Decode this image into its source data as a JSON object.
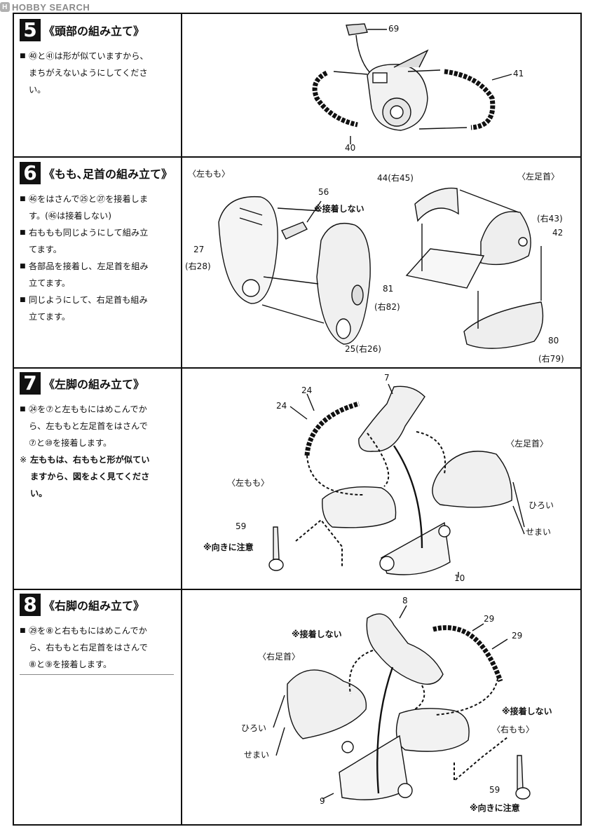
{
  "site": {
    "logo": "HOBBY SEARCH"
  },
  "steps": [
    {
      "number": "5",
      "title": "《頭部の組み立て》",
      "bullets": [
        "㊵と㊶は形が似ていますから、\nまちがえないようにしてくださ\nい。"
      ],
      "note": "",
      "labels": [
        "69",
        "41",
        "40"
      ]
    },
    {
      "number": "6",
      "title": "《もも､足首の組み立て》",
      "bullets": [
        "㊻をはさんで㉕と㉗を接着しま\nす。(㊻は接着しない)",
        "右ももも同じようにして組み立\nてます。",
        "各部品を接着し、左足首を組み\n立てます。",
        "同じようにして、右足首も組み\n立てます。"
      ],
      "note": "",
      "labels": {
        "left_thigh": "〈左もも〉",
        "left_ankle": "〈左足首〉",
        "p56": "56",
        "no_glue": "※接着しない",
        "p27": "27",
        "p28": "(右28)",
        "p25_26": "25(右26)",
        "p44_45": "44(右45)",
        "p43": "(右43)",
        "p42": "42",
        "p81": "81",
        "p82": "(右82)",
        "p80": "80",
        "p79": "(右79)"
      }
    },
    {
      "number": "7",
      "title": "《左脚の組み立て》",
      "bullets": [
        "㉔を⑦と左ももにはめこんでか\nら、左ももと左足首をはさんで\n⑦と⑩を接着します。"
      ],
      "note": "左ももは、右ももと形が似てい\nますから、図をよく見てくださ\nい。",
      "labels": {
        "p7": "7",
        "p24a": "24",
        "p24b": "24",
        "left_ankle": "〈左足首〉",
        "left_thigh": "〈左もも〉",
        "wide": "ひろい",
        "narrow": "せまい",
        "p59": "59",
        "orientation": "※向きに注意",
        "p10": "10"
      }
    },
    {
      "number": "8",
      "title": "《右脚の組み立て》",
      "bullets": [
        "㉙を⑧と右ももにはめこんでか\nら、右ももと右足首をはさんで\n⑧と⑨を接着します。"
      ],
      "note": "",
      "labels": {
        "p8": "8",
        "p29a": "29",
        "p29b": "29",
        "no_glue1": "※接着しない",
        "right_ankle": "〈右足首〉",
        "no_glue2": "※接着しない",
        "right_thigh": "〈右もも〉",
        "wide": "ひろい",
        "narrow": "せまい",
        "p59": "59",
        "p9": "9",
        "orientation": "※向きに注意"
      }
    }
  ],
  "colors": {
    "ink": "#111111",
    "paper": "#ffffff",
    "logo_gray": "#8a8a8a"
  }
}
